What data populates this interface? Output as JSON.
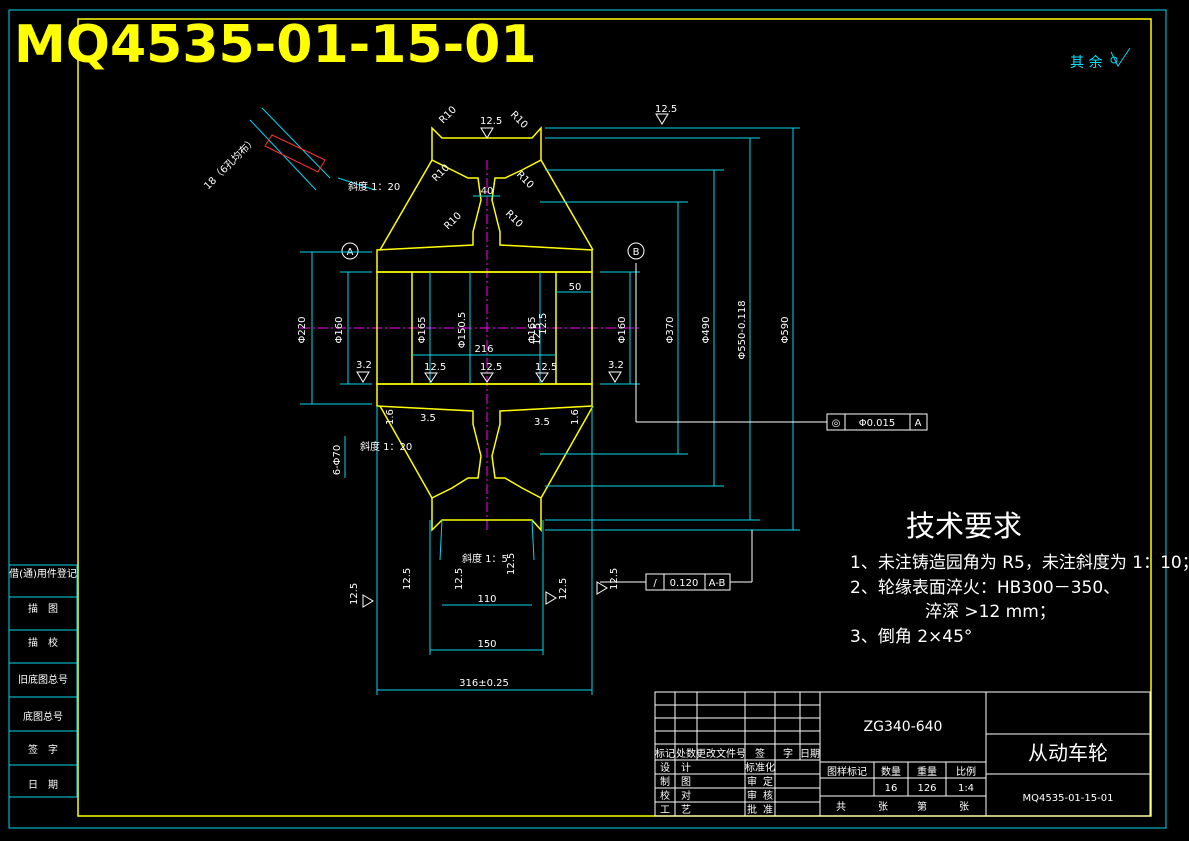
{
  "drawing_number": "MQ4535-01-15-01",
  "surface_note": "其 余",
  "material": "ZG340-640",
  "part_name": "从动车轮",
  "part_code": "MQ4535-01-15-01",
  "requirements": {
    "heading": "技术要求",
    "lines": [
      "1、未注铸造园角为 R5，未注斜度为 1：10；",
      "2、轮缘表面淬火：HB300－350、",
      "淬深 >12 mm；",
      "3、倒角 2×45°"
    ]
  },
  "side_stamp_labels": [
    "借(通)用件登记",
    "描　图",
    "描　校",
    "旧底图总号",
    "底图总号",
    "签　字",
    "日　期"
  ],
  "title_block": {
    "revision_headers": [
      "标记",
      "处数",
      "更改文件号",
      "签",
      "字",
      "日期"
    ],
    "sign_rows": [
      [
        "设",
        "计",
        "标准化"
      ],
      [
        "制",
        "图",
        "审",
        "定"
      ],
      [
        "校",
        "对",
        "审",
        "核"
      ],
      [
        "工",
        "艺",
        "批",
        "准"
      ]
    ],
    "info_headers": [
      "图样标记",
      "数量",
      "重量",
      "比例"
    ],
    "quantity": "16",
    "weight": "126",
    "scale": "1:4",
    "sheet_labels": [
      "共",
      "张",
      "第",
      "张"
    ]
  },
  "dimensions": {
    "d1": "Φ220",
    "d2": "Φ160",
    "d3": "Φ165",
    "d4": "Φ150.5",
    "d5": "Φ165",
    "d6": "Φ160",
    "d7": "Φ370",
    "d8": "Φ490",
    "d9": "Φ550-0.118",
    "d10": "Φ590",
    "w1": "216",
    "w2": "50",
    "w3": "40",
    "w4": "110",
    "w5": "150",
    "w6": "316±0.25",
    "c1": "3.5",
    "c2": "3.5",
    "c3": "6-Φ70",
    "s1": "斜度 1：20",
    "s2": "斜度 1：20",
    "s3": "斜度 1：5",
    "r1": "R10",
    "r2": "R10",
    "r3": "R10",
    "r4": "R10",
    "r5": "R10",
    "r6": "R10",
    "hole": "18（6孔均布）",
    "datum_a": "A",
    "datum_b": "B",
    "tol1_sym": "◎",
    "tol1_val": "Φ0.015",
    "tol1_ref": "A",
    "tol2_sym": "/",
    "tol2_val": "0.120",
    "tol2_ref": "A-B"
  },
  "roughness": {
    "r1": "12.5",
    "r2": "12.5",
    "r3": "3.2",
    "r4": "3.2",
    "r5": "12.5",
    "r6": "12.5",
    "r7": "12.5",
    "r8": "12.5",
    "r9": "1.6",
    "r10": "1.6",
    "r11": "12.5",
    "r12": "12.5",
    "r13": "12.5",
    "r14": "12.5",
    "r15": "12.5",
    "r16": "12.5",
    "r17": "12.5"
  }
}
